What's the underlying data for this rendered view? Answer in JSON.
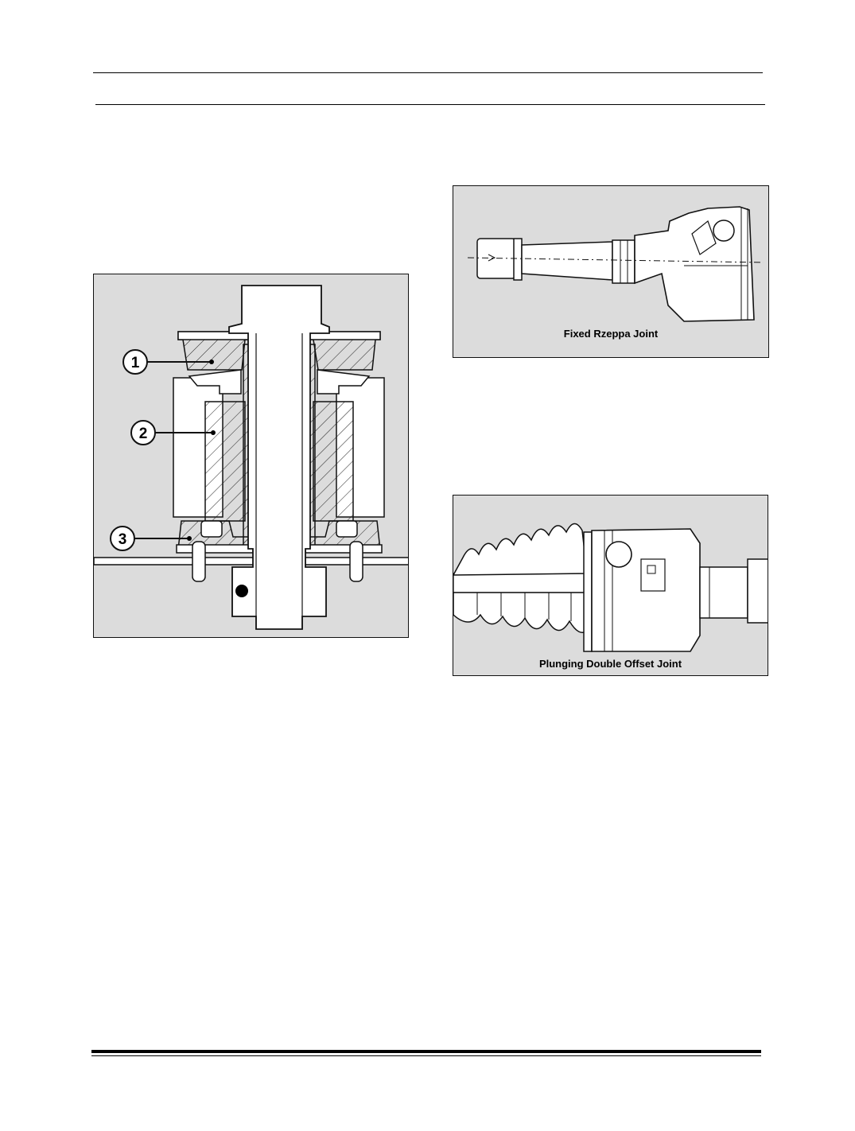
{
  "figures": {
    "mount": {
      "callouts": [
        "1",
        "2",
        "3"
      ]
    },
    "rzeppa": {
      "caption": "Fixed Rzeppa Joint"
    },
    "plunging": {
      "caption": "Plunging Double  Offset  Joint"
    }
  }
}
